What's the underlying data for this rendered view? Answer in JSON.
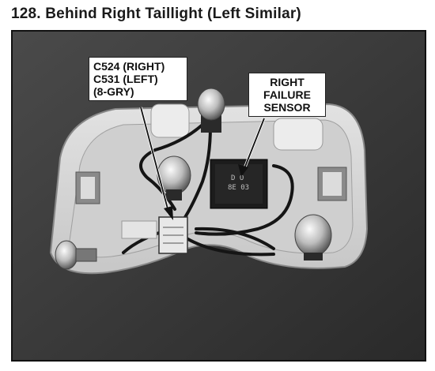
{
  "page": {
    "title": "128. Behind Right Taillight (Left Similar)"
  },
  "callouts": {
    "connector": {
      "lines": [
        "C524 (RIGHT)",
        "C531 (LEFT)",
        "(8-GRY)"
      ]
    },
    "sensor": {
      "lines": [
        "RIGHT",
        "FAILURE",
        "SENSOR"
      ]
    }
  },
  "component_marking": {
    "lines": [
      "D O",
      "8E 03"
    ]
  },
  "colors": {
    "photo_bg": "#3a3a3a",
    "housing": "#d9d9d9",
    "callout_bg": "#ffffff"
  }
}
